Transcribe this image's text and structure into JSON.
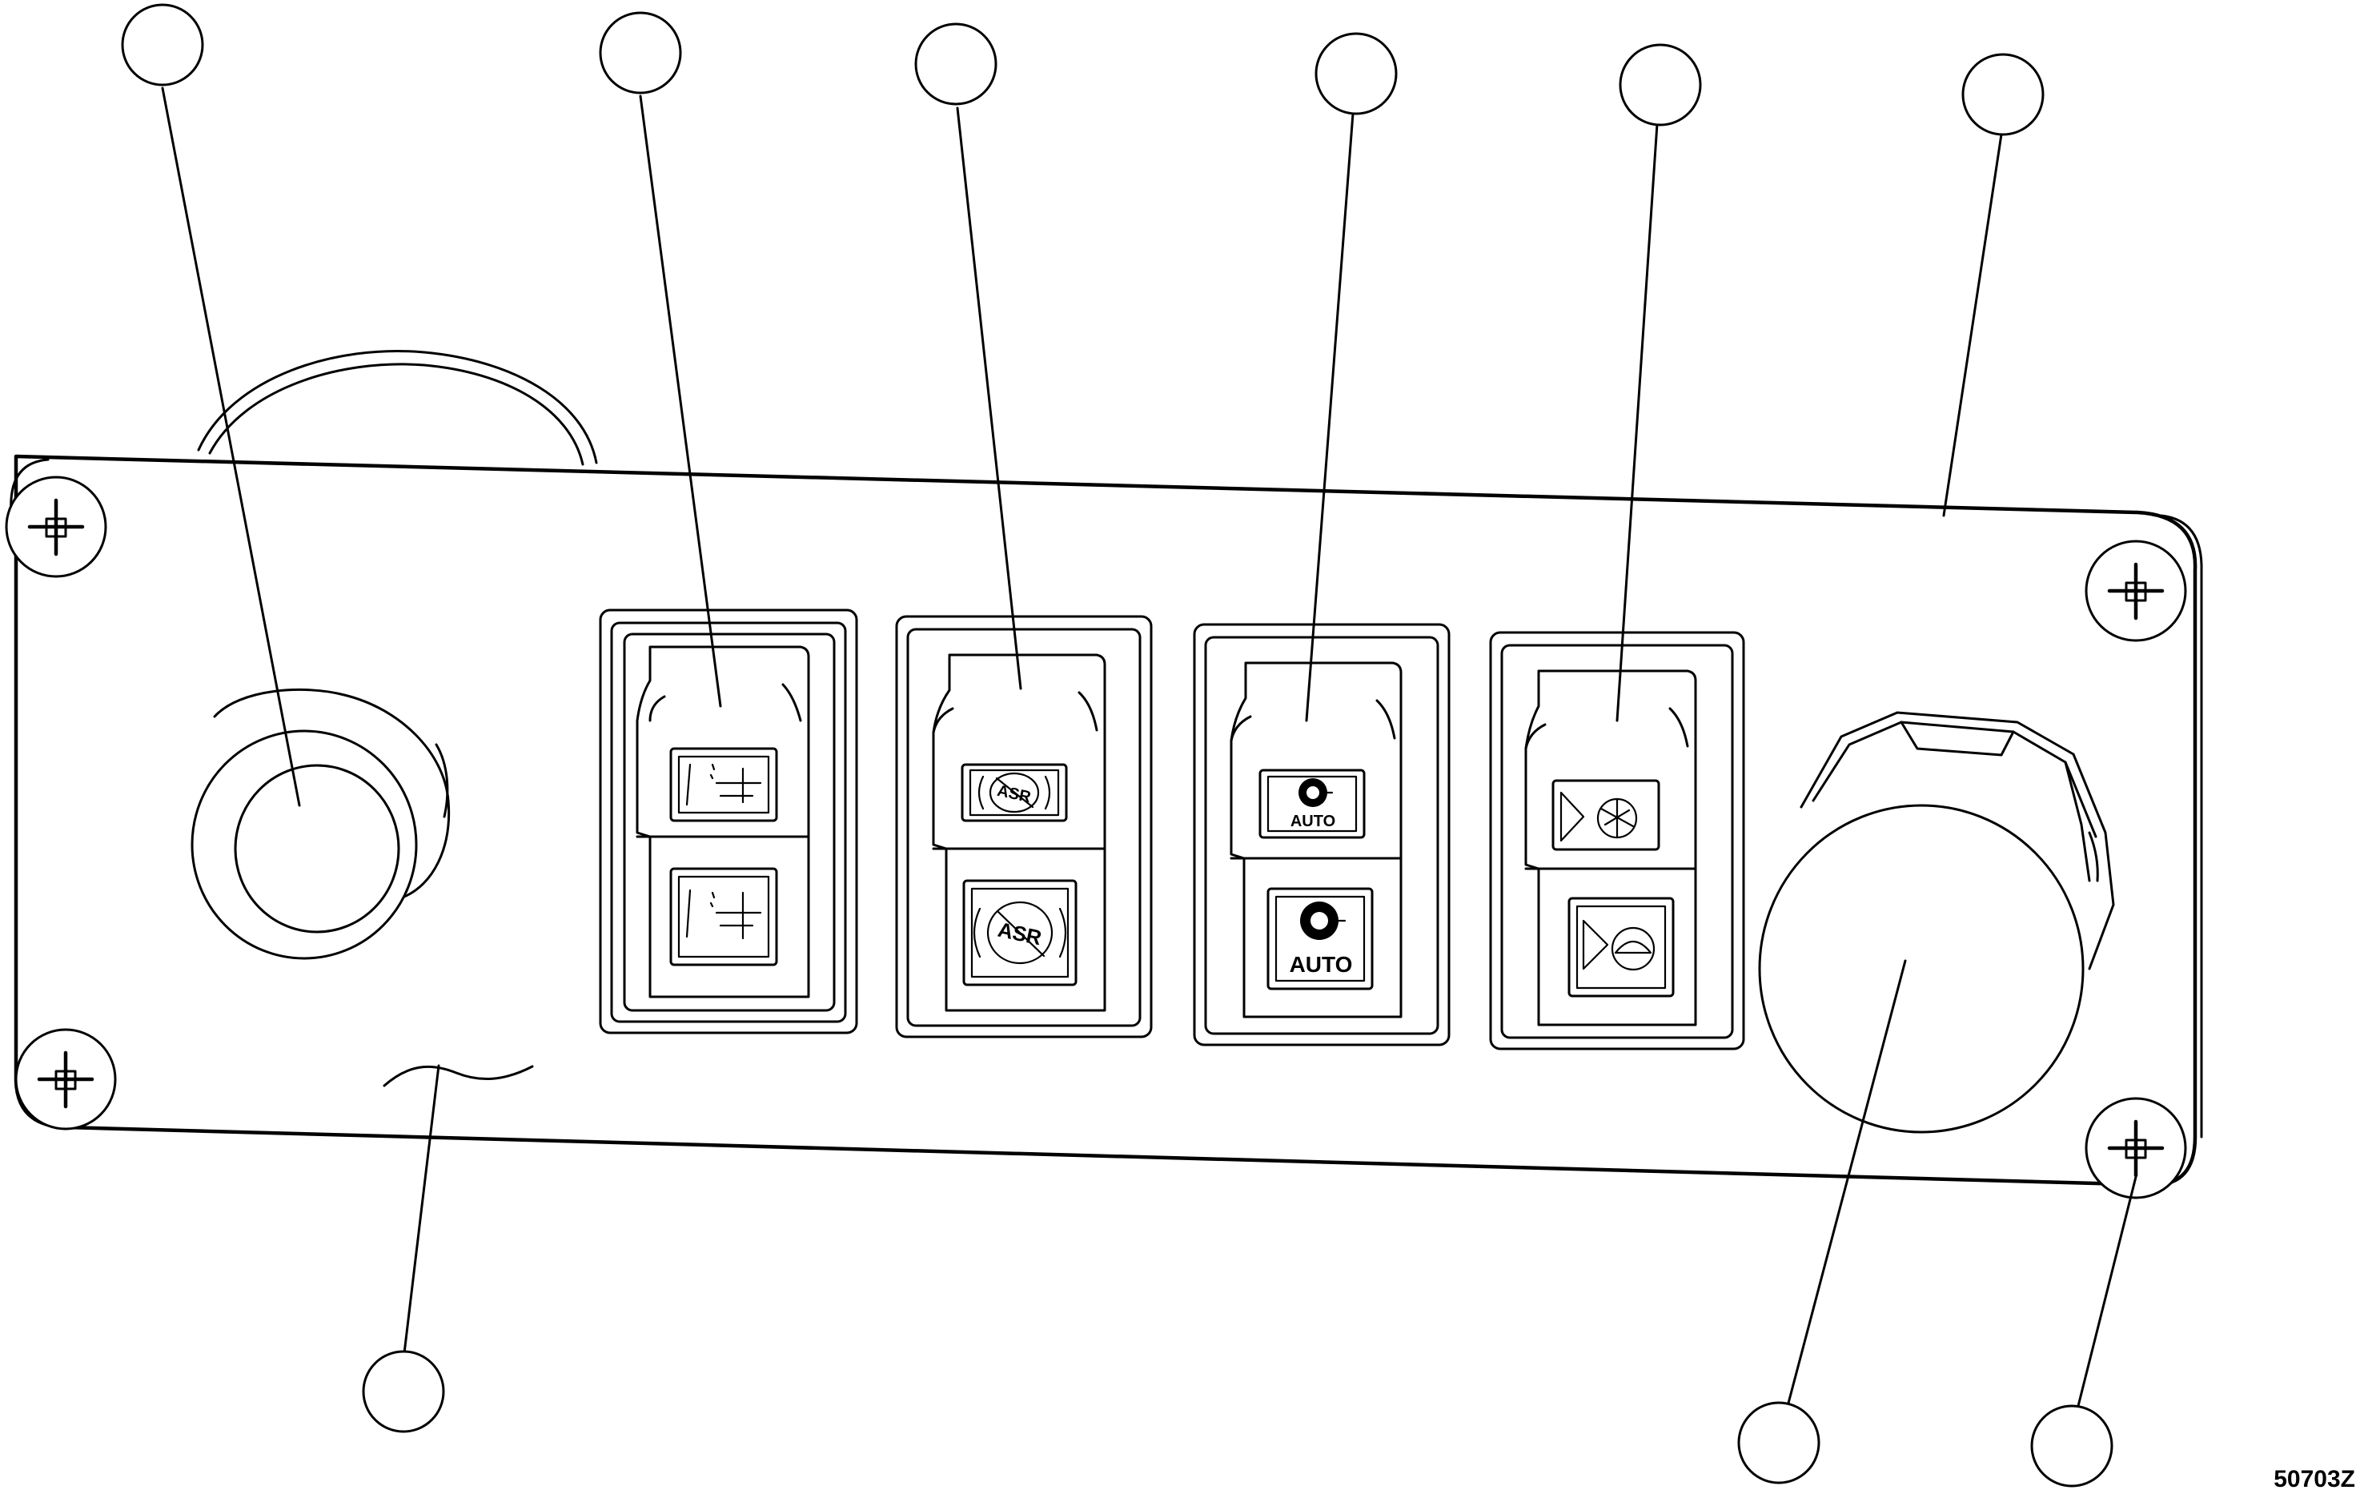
{
  "drawing": {
    "id": "50703Z"
  },
  "switches": [
    {
      "name": "switch-1",
      "top_label": "",
      "bottom_label": ""
    },
    {
      "name": "switch-asr",
      "top_label": "ASR",
      "bottom_label": "ASR"
    },
    {
      "name": "switch-auto",
      "top_label": "AUTO",
      "bottom_label": "AUTO"
    },
    {
      "name": "switch-engine",
      "top_label": "",
      "bottom_label": ""
    }
  ],
  "colors": {
    "line": "#000000",
    "background": "#ffffff"
  }
}
